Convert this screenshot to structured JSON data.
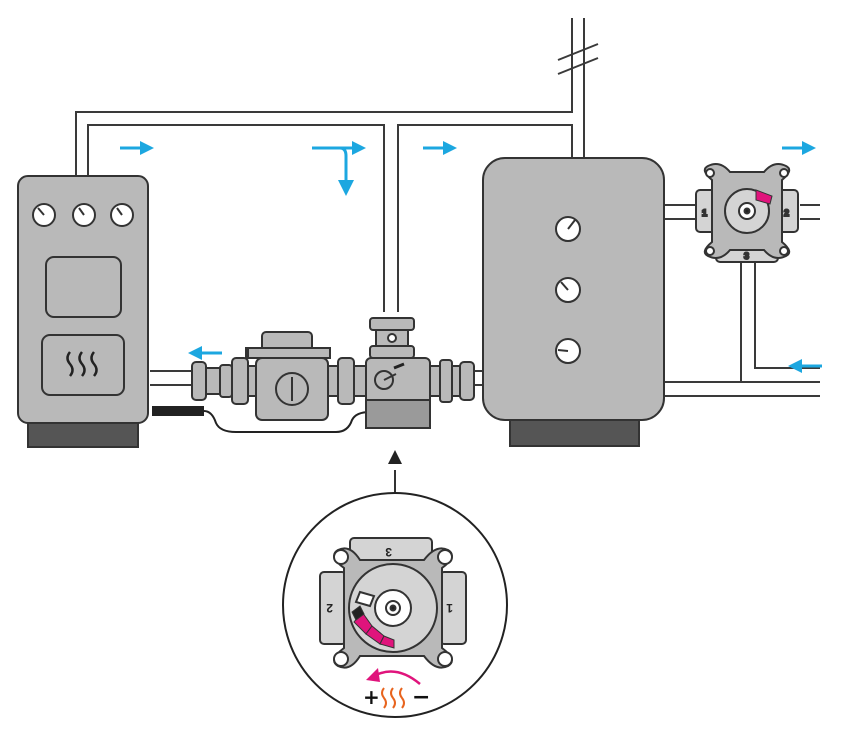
{
  "colors": {
    "flow_arrow": "#1ca7e0",
    "rotation_arrow": "#e0147c",
    "scale_magenta": "#e0147c",
    "heat_symbol": "#e8641e",
    "equipment_gray": "#b9b9b9",
    "base_dark": "#555555",
    "pipe_stroke": "#3a3a3a"
  },
  "valve_small": {
    "port_1": "1",
    "port_2": "2",
    "port_3": "3"
  },
  "valve_detail": {
    "port_1": "1",
    "port_2": "2",
    "port_3": "3",
    "plus_sign": "+",
    "minus_sign": "−",
    "heat_icon": "heat-waves-icon",
    "rotation_icon": "rotation-arrow-icon"
  },
  "boiler": {
    "gauge_count": 3,
    "burner_icon": "heat-waves-icon"
  },
  "tank": {
    "thermometer_count": 3
  },
  "flow_arrows": [
    "right",
    "right",
    "down",
    "right",
    "right",
    "left",
    "left"
  ]
}
